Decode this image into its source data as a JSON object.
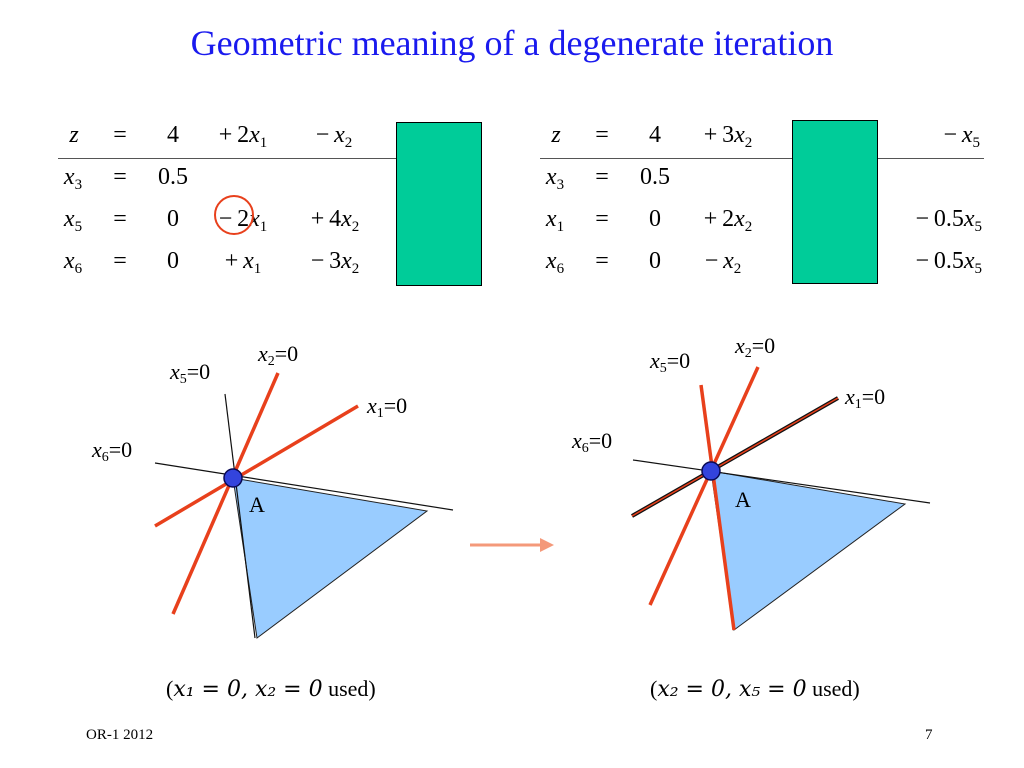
{
  "title": "Geometric meaning of a degenerate iteration",
  "left_tableau": {
    "rows": [
      {
        "lhs_var": "z",
        "lhs_sub": "",
        "eq": "=",
        "const": "4",
        "t1": {
          "sign": "+",
          "coef": "2",
          "var": "x",
          "sub": "1"
        },
        "t2": {
          "sign": "−",
          "coef": "",
          "var": "x",
          "sub": "2"
        }
      },
      {
        "lhs_var": "x",
        "lhs_sub": "3",
        "eq": "=",
        "const": "0.5"
      },
      {
        "lhs_var": "x",
        "lhs_sub": "5",
        "eq": "=",
        "const": "0",
        "t1": {
          "sign": "−",
          "coef": "2",
          "var": "x",
          "sub": "1"
        },
        "t2": {
          "sign": "+",
          "coef": "4",
          "var": "x",
          "sub": "2"
        }
      },
      {
        "lhs_var": "x",
        "lhs_sub": "6",
        "eq": "=",
        "const": "0",
        "t1": {
          "sign": "+",
          "coef": "",
          "var": "x",
          "sub": "1"
        },
        "t2": {
          "sign": "−",
          "coef": "3",
          "var": "x",
          "sub": "2"
        }
      }
    ]
  },
  "right_tableau": {
    "rows": [
      {
        "lhs_var": "z",
        "lhs_sub": "",
        "eq": "=",
        "const": "4",
        "t1": {
          "sign": "+",
          "coef": "3",
          "var": "x",
          "sub": "2"
        },
        "t3": {
          "sign": "−",
          "coef": "",
          "var": "x",
          "sub": "5"
        }
      },
      {
        "lhs_var": "x",
        "lhs_sub": "3",
        "eq": "=",
        "const": "0.5"
      },
      {
        "lhs_var": "x",
        "lhs_sub": "1",
        "eq": "=",
        "const": "0",
        "t1": {
          "sign": "+",
          "coef": "2",
          "var": "x",
          "sub": "2"
        },
        "t3": {
          "sign": "−",
          "coef": "0.5",
          "var": "x",
          "sub": "5"
        }
      },
      {
        "lhs_var": "x",
        "lhs_sub": "6",
        "eq": "=",
        "const": "0",
        "t1": {
          "sign": "−",
          "coef": "",
          "var": "x",
          "sub": "2"
        },
        "t3": {
          "sign": "−",
          "coef": "0.5",
          "var": "x",
          "sub": "5"
        }
      }
    ]
  },
  "left_diagram": {
    "labels": {
      "x5": {
        "var": "x",
        "sub": "5",
        "rest": "=0"
      },
      "x2": {
        "var": "x",
        "sub": "2",
        "rest": "=0"
      },
      "x1": {
        "var": "x",
        "sub": "1",
        "rest": "=0"
      },
      "x6": {
        "var": "x",
        "sub": "6",
        "rest": "=0"
      }
    },
    "point": "A",
    "caption": {
      "open": "(",
      "math1": "x₁ = 0, x₂ = 0",
      "text": " used)"
    }
  },
  "right_diagram": {
    "labels": {
      "x5": {
        "var": "x",
        "sub": "5",
        "rest": "=0"
      },
      "x2": {
        "var": "x",
        "sub": "2",
        "rest": "=0"
      },
      "x1": {
        "var": "x",
        "sub": "1",
        "rest": "=0"
      },
      "x6": {
        "var": "x",
        "sub": "6",
        "rest": "=0"
      }
    },
    "point": "A",
    "caption": {
      "open": "(",
      "math1": "x₂ = 0, x₅ = 0",
      "text": " used)"
    }
  },
  "colors": {
    "title": "#1a1aee",
    "constraint_line": "#e8401c",
    "feasible_region": "#99ccff",
    "vertex": "#3344dd",
    "green_box": "#00cc99",
    "arrow": "#f4997a"
  },
  "footer": {
    "left": "OR-1  2012",
    "page": "7"
  }
}
